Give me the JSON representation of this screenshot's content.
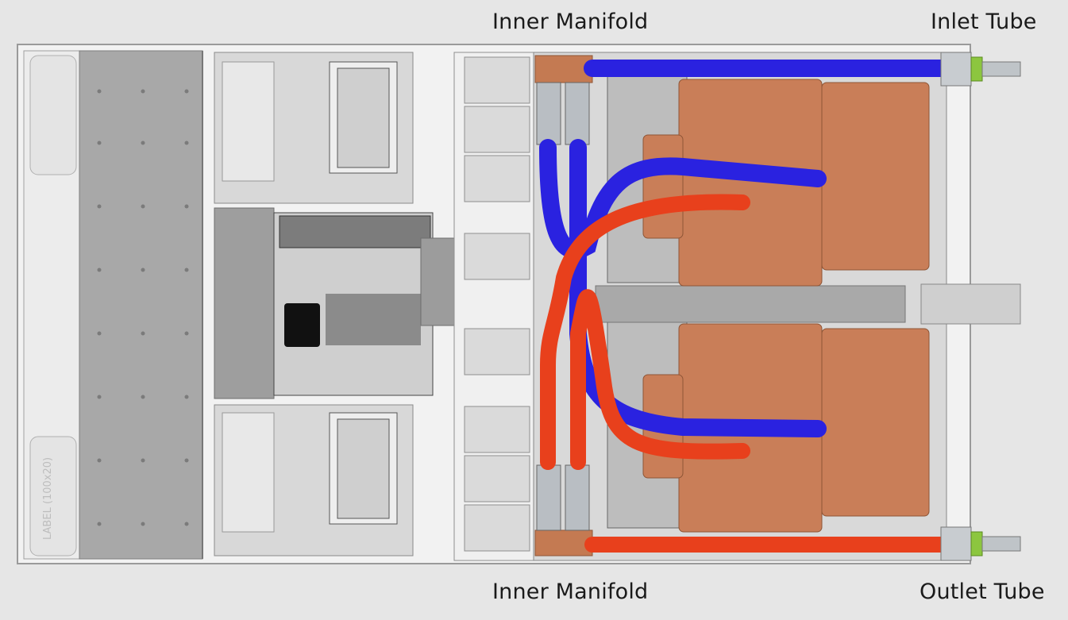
{
  "labels": {
    "inner_manifold_top": "Inner Manifold",
    "inlet_tube": "Inlet Tube",
    "inner_manifold_bottom": "Inner Manifold",
    "outlet_tube": "Outlet Tube"
  },
  "chassis": {
    "front_bay_label": "LABEL (100x20)"
  },
  "colors": {
    "background": "#e6e6e6",
    "inlet_blue": "#2a22e0",
    "outlet_red": "#e8401c",
    "copper": "#c97e58",
    "connector_green": "#8cc63f"
  },
  "icons": [
    "server-chassis",
    "cold-plate",
    "fan-module",
    "quick-disconnect-fitting"
  ]
}
